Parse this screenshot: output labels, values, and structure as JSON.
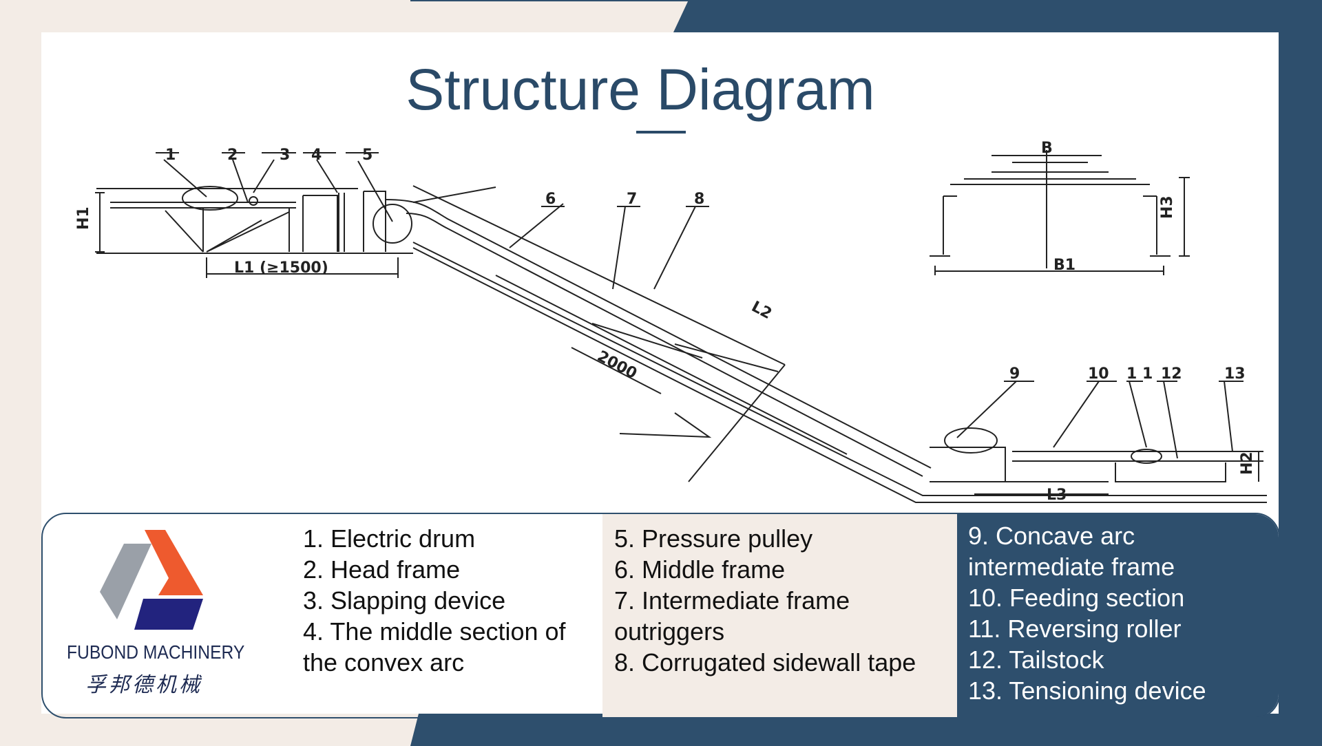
{
  "title": "Structure Diagram",
  "colors": {
    "navy": "#2e4f6d",
    "cream": "#f3ece6",
    "logo_orange": "#ee5a2e",
    "logo_gray": "#9aa0a8",
    "logo_blue": "#22237e"
  },
  "brand": {
    "name_en": "FUBOND  MACHINERY",
    "name_cn": "孚邦德机械"
  },
  "diagram_labels": {
    "part_numbers": [
      "1",
      "2",
      "3",
      "4",
      "5",
      "6",
      "7",
      "8",
      "9",
      "10",
      "1 1",
      "12",
      "13"
    ],
    "dims": {
      "h1": "H1",
      "l1": "L1 (≥1500)",
      "l2": "L2",
      "d2000": "2000",
      "b": "B",
      "b1": "B1",
      "h3": "H3",
      "h2": "H2",
      "l3": "L3"
    }
  },
  "legend": {
    "col1": [
      "1. Electric drum",
      "2. Head frame",
      "3. Slapping device",
      "4. The middle section of\nthe convex arc"
    ],
    "col2": [
      "5. Pressure pulley",
      "6. Middle frame",
      "7. Intermediate frame\noutriggers",
      "8. Corrugated sidewall tape"
    ],
    "col3": [
      "9. Concave arc\nintermediate frame",
      "10. Feeding section",
      "11. Reversing roller",
      "12. Tailstock",
      "13. Tensioning device"
    ]
  }
}
